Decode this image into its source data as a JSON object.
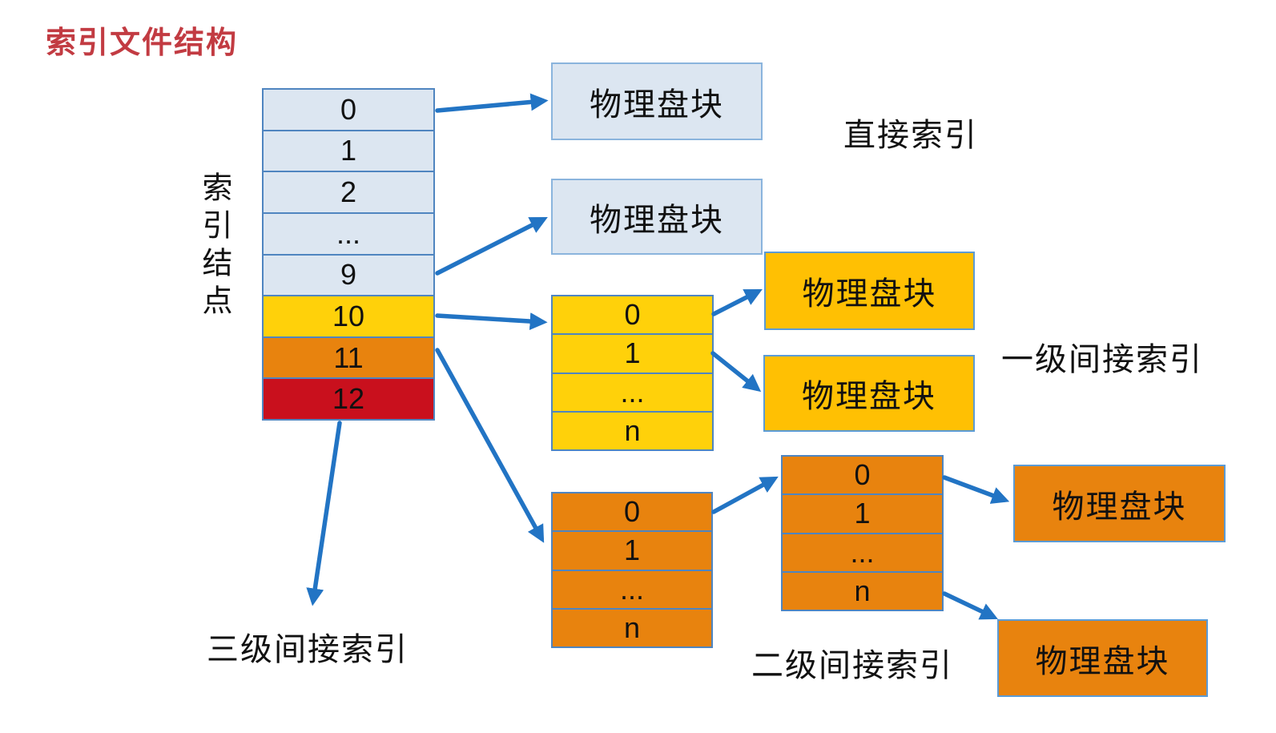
{
  "title": "索引文件结构",
  "inode_node_label": "索引结点",
  "inode_table": {
    "rows": [
      "0",
      "1",
      "2",
      "...",
      "9",
      "10",
      "11",
      "12"
    ]
  },
  "index_block_rows": [
    "0",
    "1",
    "...",
    "n"
  ],
  "disk_block_label": "物理盘块",
  "category_labels": {
    "direct": "直接索引",
    "single_indirect": "一级间接索引",
    "double_indirect": "二级间接索引",
    "triple_indirect": "三级间接索引"
  },
  "colors": {
    "title_red": "#c23b42",
    "direct_fill": "#dce6f1",
    "single_fill": "#ffd10a",
    "single_block_fill": "#ffc003",
    "double_fill": "#e8830e",
    "triple_fill": "#c9101d",
    "border_blue": "#5b9bd5",
    "arrow_blue": "#2274c4"
  }
}
